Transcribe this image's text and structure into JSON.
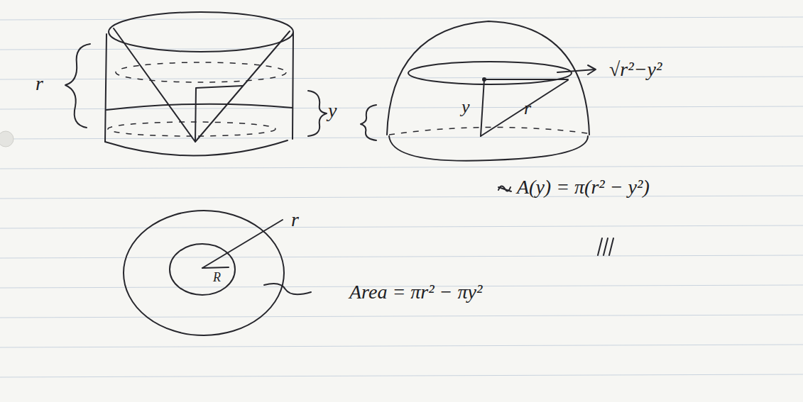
{
  "diagram": {
    "labels": [
      "r",
      "y",
      "y",
      "r",
      "√r²−y²",
      "A(y) = π(r² − y²)",
      "r",
      "R",
      "Area = πr² − πy²"
    ]
  }
}
